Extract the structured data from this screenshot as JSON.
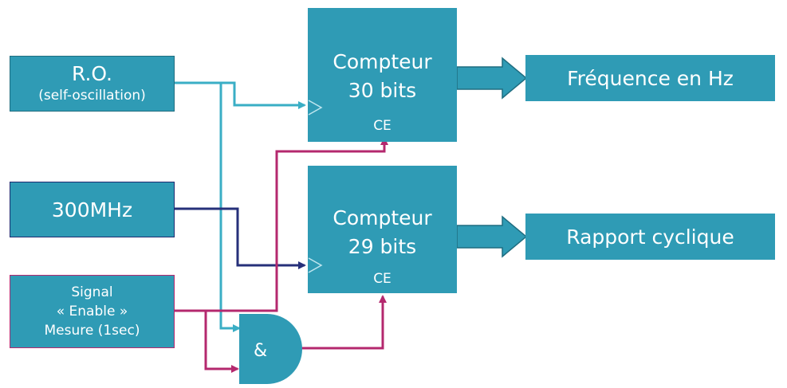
{
  "ro": {
    "title": "R.O.",
    "subtitle": "(self-oscillation)"
  },
  "clock": {
    "label": "300MHz"
  },
  "signal": {
    "line1": "Signal",
    "line2": "« Enable »",
    "line3": "Mesure (1sec)"
  },
  "counter30": {
    "line1": "Compteur",
    "line2": "30 bits",
    "ce": "CE"
  },
  "counter29": {
    "line1": "Compteur",
    "line2": "29 bits",
    "ce": "CE"
  },
  "and_gate": {
    "label": "&"
  },
  "outputs": {
    "frequency": "Fréquence en Hz",
    "duty": "Rapport cyclique"
  },
  "colors": {
    "box": "#2f9bb5",
    "ro_wire": "#3aaec5",
    "clock_wire": "#26307a",
    "enable_wire": "#b4286e"
  }
}
